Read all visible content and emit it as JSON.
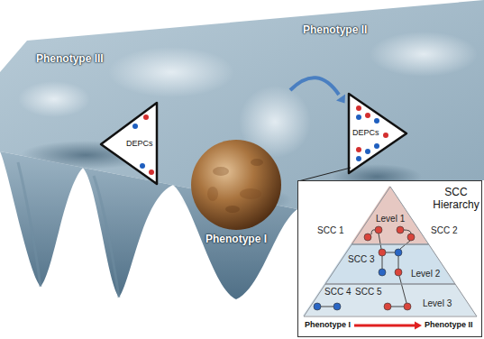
{
  "diagram": {
    "nodes": [
      {
        "text": [
          "DEPCs"
        ]
      },
      {
        "text": [
          "DEPCs"
        ]
      },
      {
        "text": [
          "SCC Hierarchy"
        ]
      },
      {
        "text": [
          "Level 1"
        ],
        "in": 2
      },
      {
        "text": [
          "Level 2"
        ],
        "in": 2
      },
      {
        "text": [
          "Level 3"
        ],
        "in": 2
      }
    ],
    "labels": [
      "Phenotype II",
      "Phenotype III",
      "Phenotype I",
      "SCC 1",
      "SCC 2",
      "SCC 3",
      "SCC 4",
      "SCC 5",
      "Phenotype I",
      "Phenotype II"
    ]
  }
}
